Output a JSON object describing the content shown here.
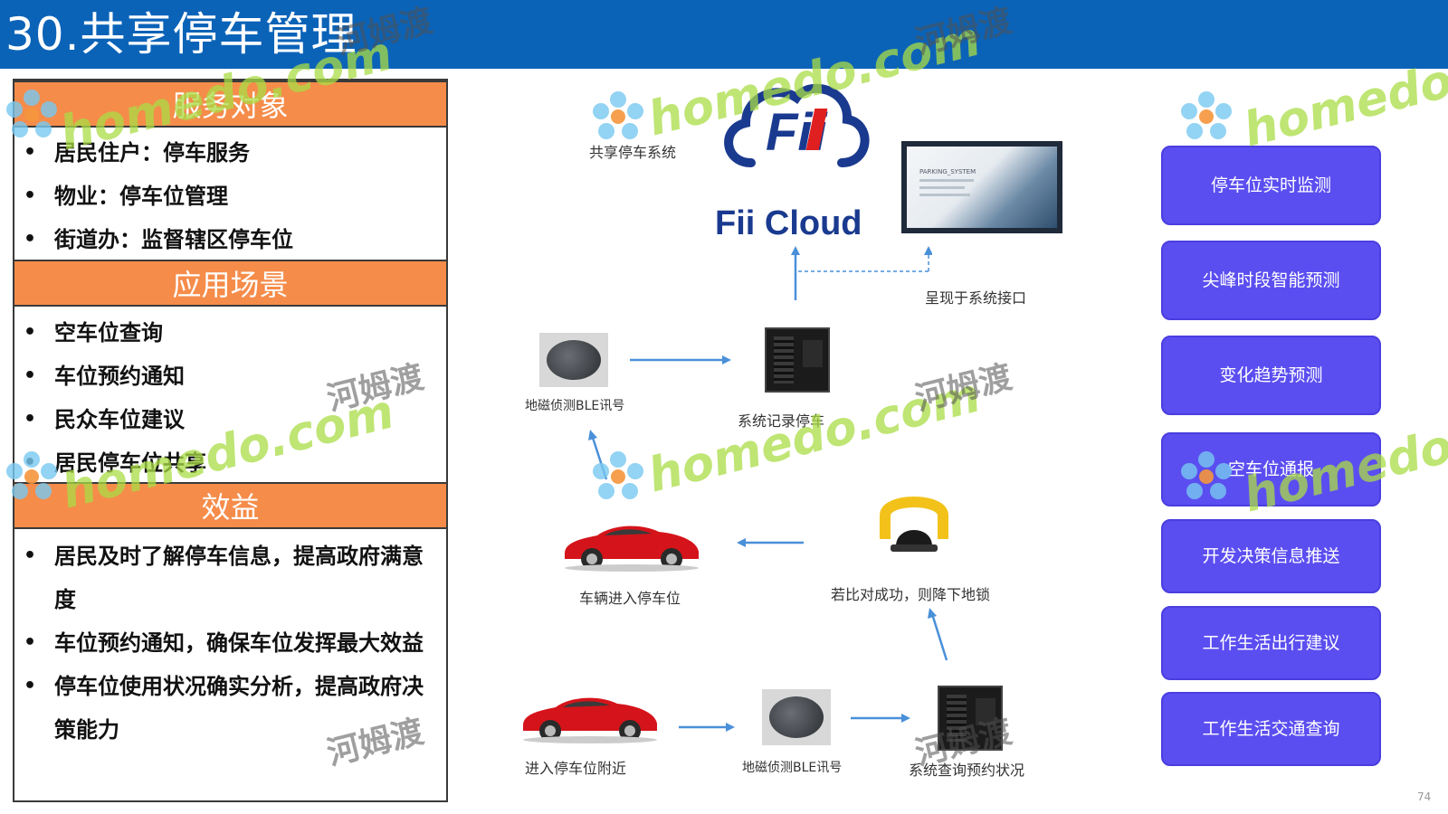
{
  "title": "30.共享停车管理",
  "left": {
    "sections": [
      {
        "heading": "服务对象",
        "items": [
          "居民住户：停车服务",
          "物业：停车位管理",
          "街道办：监督辖区停车位"
        ]
      },
      {
        "heading": "应用场景",
        "items": [
          "空车位查询",
          "车位预约通知",
          "民众车位建议",
          "居民停车位共享"
        ]
      },
      {
        "heading": "效益",
        "items": [
          "居民及时了解停车信息，提高政府满意度",
          "车位预约通知，确保车位发挥最大效益",
          "停车位使用状况确实分析，提高政府决策能力"
        ]
      }
    ]
  },
  "diagram": {
    "cloud_caption": "共享停车系统",
    "cloud_brand": "Fii Cloud",
    "cloud_logo_text": "Fii",
    "screen_label": "PARKING_SYSTEM",
    "interface_label": "呈现于系统接口",
    "sensor1_label": "地磁侦测BLE讯号",
    "server1_label": "系统记录停车",
    "car1_label": "车辆进入停车位",
    "lock_label": "若比对成功，则降下地锁",
    "car2_label": "进入停车位附近",
    "sensor2_label": "地磁侦测BLE讯号",
    "server2_label": "系统查询预约状况"
  },
  "right_buttons": [
    "停车位实时监测",
    "尖峰时段智能预测",
    "变化趋势预测",
    "空车位通报",
    "开发决策信息推送",
    "工作生活出行建议",
    "工作生活交通查询"
  ],
  "watermark": {
    "latin": "homedo.com",
    "cn": "河姆渡"
  },
  "page_number": "74",
  "colors": {
    "title_bar": "#0b63b8",
    "section_head": "#f58c4a",
    "button": "#5b4ef0",
    "arrow": "#4a90d9"
  }
}
